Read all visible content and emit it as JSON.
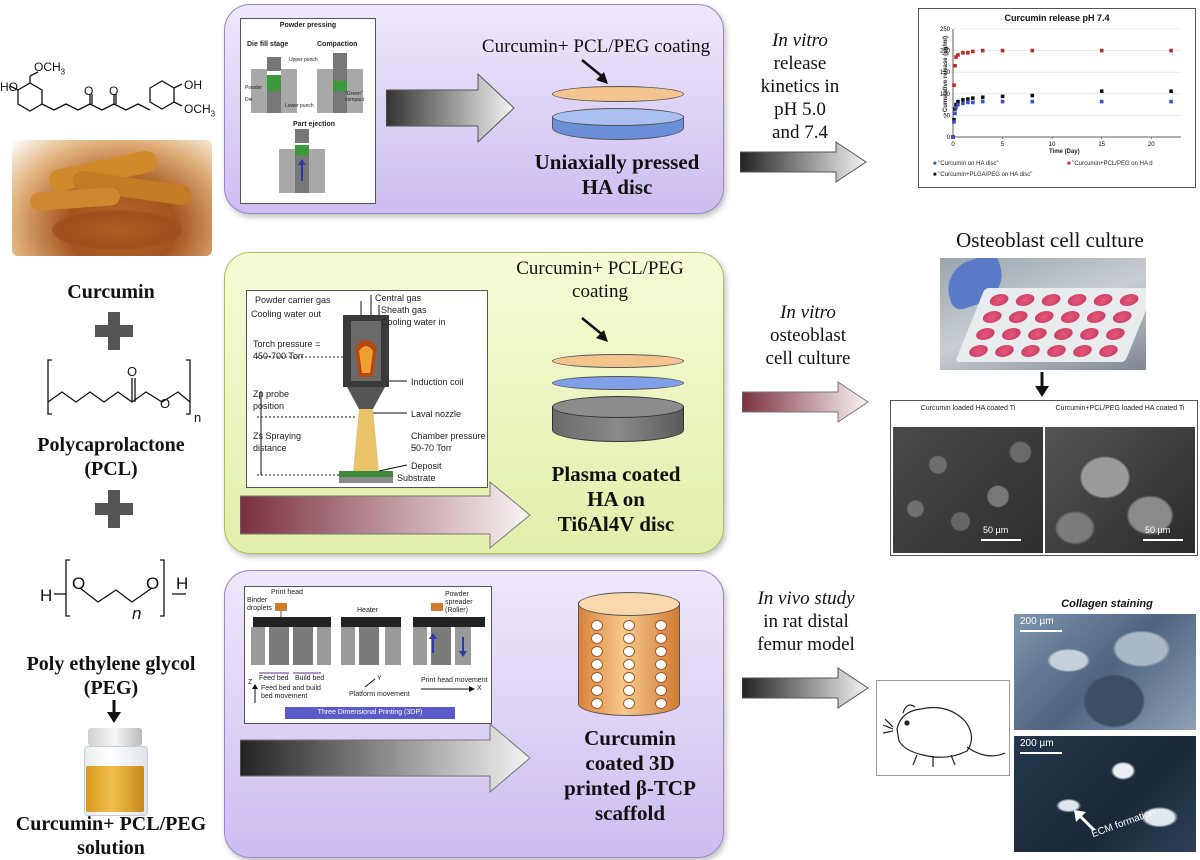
{
  "left": {
    "curcumin_label": "Curcumin",
    "pcl_label_1": "Polycaprolactone",
    "pcl_label_2": "(PCL)",
    "peg_label_1": "Poly ethylene glycol",
    "peg_label_2": "(PEG)",
    "solution_label_1": "Curcumin+ PCL/PEG",
    "solution_label_2": "solution",
    "och3_top": "OCH",
    "och3_sub": "3",
    "och3_right": "OCH",
    "ho_left": "HO",
    "oh_right": "OH",
    "o1": "O",
    "o2": "O",
    "pcl_o_dbl": "O",
    "pcl_o": "O",
    "pcl_n": "n",
    "peg_h1": "H",
    "peg_o1": "O",
    "peg_o2": "O",
    "peg_h2": "H",
    "peg_n": "n"
  },
  "row1": {
    "coating": "Curcumin+ PCL/PEG coating",
    "title_1": "Uniaxially pressed",
    "title_2": "HA disc",
    "inset_title": "Powder pressing",
    "inset_sub1": "Die fill stage",
    "inset_sub2": "Compaction",
    "inset_sub3": "Part ejection",
    "inset_upper": "Upper punch",
    "inset_powder": "Powder",
    "inset_die": "Die",
    "inset_lower": "Lower punch",
    "inset_green": "\"Green\" compact",
    "result_1": "In vitro",
    "result_2": "release",
    "result_3": "kinetics in",
    "result_4": "pH 5.0",
    "result_5": "and 7.4"
  },
  "row2": {
    "coating_1": "Curcumin+ PCL/PEG",
    "coating_2": "coating",
    "title_1": "Plasma coated",
    "title_2": "HA on",
    "title_3": "Ti6Al4V disc",
    "inset_labels": {
      "powder_gas": "Powder carrier gas",
      "central_gas": "Central gas",
      "sheath_gas": "Sheath gas",
      "cool_out": "Cooling water out",
      "cool_in": "Cooling water in",
      "torch_1": "Torch pressure =",
      "torch_2": "450-700 Torr",
      "induction": "Induction coil",
      "zp_1": "Zp probe",
      "zp_2": "position",
      "laval": "Laval nozzle",
      "zs": "Zs Spraying",
      "zs_2": "distance",
      "chamber_1": "Chamber pressure =",
      "chamber_2": "50-70 Torr",
      "deposit": "Deposit",
      "substrate": "Substrate"
    },
    "result_1": "In vitro",
    "result_2": "osteoblast",
    "result_3": "cell culture",
    "culture_title": "Osteoblast cell culture",
    "sem_left": "Curcumin loaded HA coated Ti",
    "sem_right": "Curcumin+PCL/PEG loaded HA coated Ti",
    "scale_left": "50 µm",
    "scale_right": "50 µm"
  },
  "row3": {
    "title_1": "Curcumin",
    "title_2": "coated 3D",
    "title_3": "printed β-TCP",
    "title_4": "scaffold",
    "inset_labels": {
      "print_head": "Print head",
      "binder_1": "Binder",
      "binder_2": "droplets",
      "heater": "Heater",
      "spreader_1": "Powder",
      "spreader_2": "spreader",
      "spreader_3": "(Roller)",
      "feed": "Feed bed",
      "build": "Build bed",
      "feed_move_1": "Feed bed and build",
      "feed_move_2": "bed movement",
      "platform": "Platform movement",
      "printhead_move": "Print head movement",
      "z": "Z",
      "y": "Y",
      "x": "X",
      "banner": "Three Dimensional Printing (3DP)"
    },
    "result_1": "In vivo study",
    "result_2": "in rat distal",
    "result_3": "femur model",
    "collagen_title": "Collagen staining",
    "scale_top": "200 µm",
    "scale_bottom": "200 µm",
    "ecm": "ECM formation"
  },
  "chart": {
    "title": "Curcumin release pH 7.4",
    "ylabel": "Cumulative release (µg/ml)",
    "xlabel": "Time (Day)",
    "yticks": [
      "0",
      "50",
      "100",
      "150",
      "200",
      "250"
    ],
    "xticks": [
      "0",
      "5",
      "10",
      "15",
      "20"
    ],
    "legend_1": "\"Curcumin on HA disc\"",
    "legend_2": "\"Curcumin+PCL/PEG on HA d",
    "legend_3": "\"Curcumin+PLGA/PEG on HA disc\"",
    "colors": {
      "red": "#c0282a",
      "black": "#111111",
      "blue": "#3a50c8"
    }
  },
  "chart_data": {
    "type": "scatter",
    "title": "Curcumin release pH 7.4",
    "xlabel": "Time (Day)",
    "ylabel": "Cumulative release (µg/ml)",
    "xlim": [
      0,
      23
    ],
    "ylim": [
      0,
      250
    ],
    "series": [
      {
        "name": "\"Curcumin+PCL/PEG on HA d",
        "color": "#c0282a",
        "x": [
          0,
          0.1,
          0.2,
          0.3,
          0.5,
          1,
          1.5,
          2,
          3,
          5,
          8,
          15,
          22
        ],
        "y": [
          0,
          120,
          165,
          185,
          190,
          195,
          195,
          198,
          200,
          200,
          200,
          200,
          200
        ]
      },
      {
        "name": "\"Curcumin+PLGA/PEG on HA disc\"",
        "color": "#111111",
        "x": [
          0,
          0.1,
          0.2,
          0.3,
          0.5,
          1,
          1.5,
          2,
          3,
          5,
          8,
          15,
          22
        ],
        "y": [
          0,
          40,
          65,
          75,
          82,
          86,
          88,
          90,
          92,
          94,
          96,
          106,
          106
        ]
      },
      {
        "name": "\"Curcumin on HA disc\"",
        "color": "#3a50c8",
        "x": [
          0,
          0.1,
          0.2,
          0.3,
          0.5,
          1,
          1.5,
          2,
          3,
          5,
          8,
          15,
          22
        ],
        "y": [
          0,
          35,
          55,
          68,
          75,
          78,
          80,
          80,
          82,
          82,
          82,
          82,
          82
        ]
      }
    ]
  }
}
